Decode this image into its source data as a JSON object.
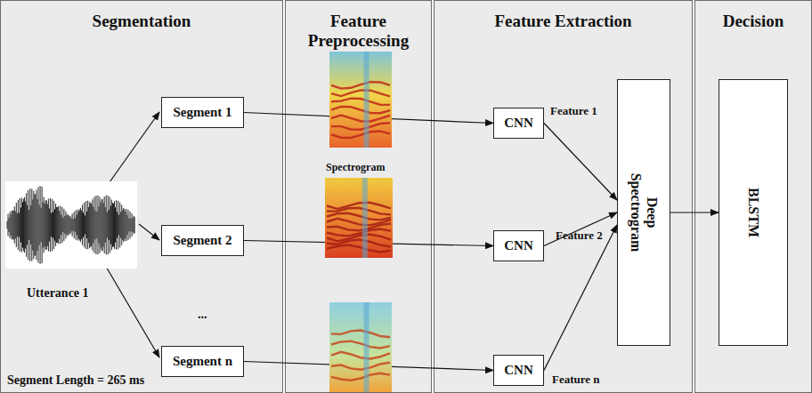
{
  "diagram": {
    "nodes": [
      {
        "text": [
          "Segmentation"
        ]
      },
      {
        "text": [
          "Feature Preprocessing"
        ]
      },
      {
        "text": [
          "Feature Extraction"
        ]
      },
      {
        "text": [
          "Decision"
        ]
      },
      {
        "text": [
          "Segment 1"
        ],
        "in": 0
      },
      {
        "text": [
          "Segment 2"
        ],
        "in": 0
      },
      {
        "text": [
          "Segment n"
        ],
        "in": 0
      },
      {
        "text": [
          "CNN"
        ],
        "in": 2
      },
      {
        "text": [
          "CNN"
        ],
        "in": 2
      },
      {
        "text": [
          "CNN"
        ],
        "in": 2
      },
      {
        "text": [
          "Deep Spectrogram"
        ],
        "in": 2
      },
      {
        "text": [
          "BLSTM"
        ],
        "in": 3
      }
    ],
    "edges": [
      {
        "from": 4,
        "to": 7,
        "arrow": "to"
      },
      {
        "from": 5,
        "to": 8,
        "arrow": "to"
      },
      {
        "from": 6,
        "to": 9,
        "arrow": "to"
      },
      {
        "from": 7,
        "to": 10,
        "label": "Feature 1",
        "arrow": "to"
      },
      {
        "from": 8,
        "to": 10,
        "label": "Feature 2",
        "arrow": "to"
      },
      {
        "from": 9,
        "to": 10,
        "label": "Feature n",
        "arrow": "to"
      },
      {
        "from": 10,
        "to": 11,
        "arrow": "to"
      }
    ],
    "labels": [
      "Utterance 1",
      "...",
      "Segment Length = 265 ms",
      "Spectrogram"
    ]
  }
}
